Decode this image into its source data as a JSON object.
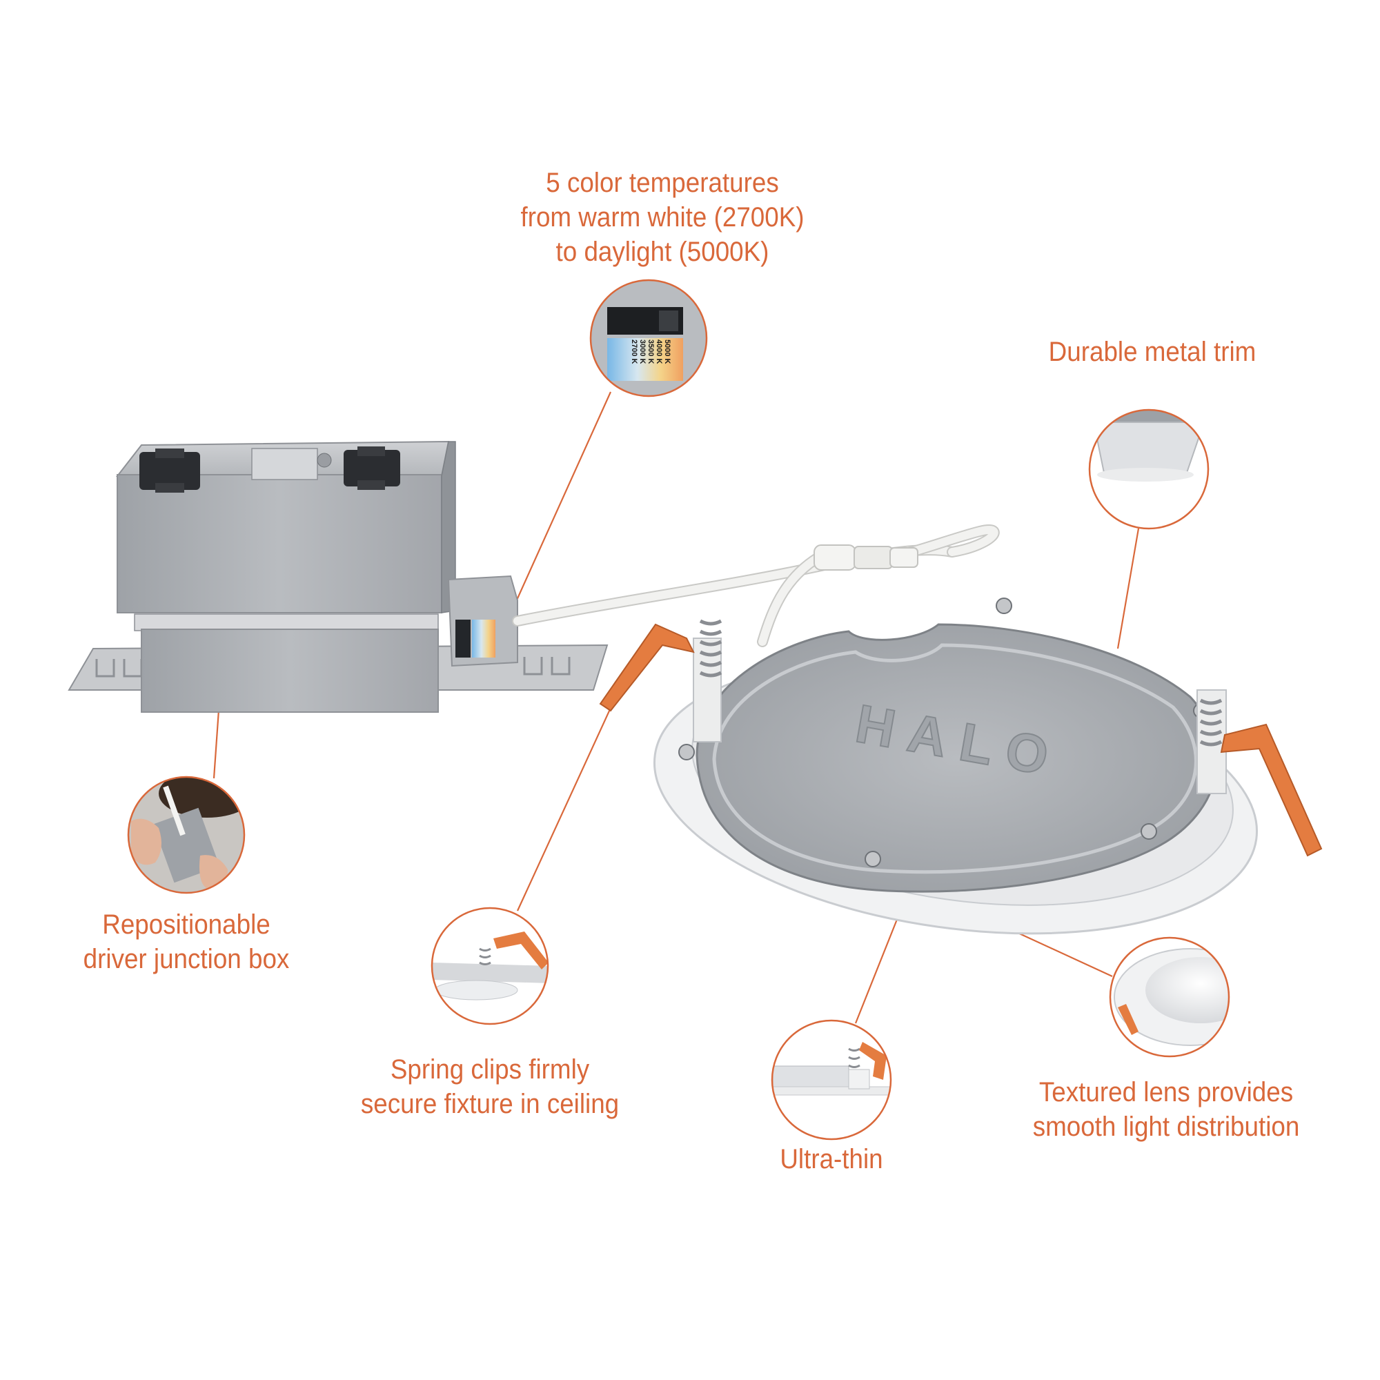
{
  "brand": {
    "accent": "#d9683a",
    "metal": "#a6a9ad",
    "clip": "#e47c40"
  },
  "product": {
    "logo_text": "HALO",
    "cct_options": [
      "2700 K",
      "3000 K",
      "3500 K",
      "4000 K",
      "5000 K"
    ]
  },
  "callouts": {
    "color_temps": {
      "line1": "5 color temperatures",
      "line2": "from warm white (2700K)",
      "line3": "to daylight (5000K)"
    },
    "metal_trim": {
      "line1": "Durable metal trim"
    },
    "junction_box": {
      "line1": "Repositionable",
      "line2": "driver junction box"
    },
    "spring_clips": {
      "line1": "Spring clips firmly",
      "line2": "secure fixture in ceiling"
    },
    "ultra_thin": {
      "line1": "Ultra-thin"
    },
    "lens": {
      "line1": "Textured lens provides",
      "line2": "smooth light distribution"
    }
  }
}
